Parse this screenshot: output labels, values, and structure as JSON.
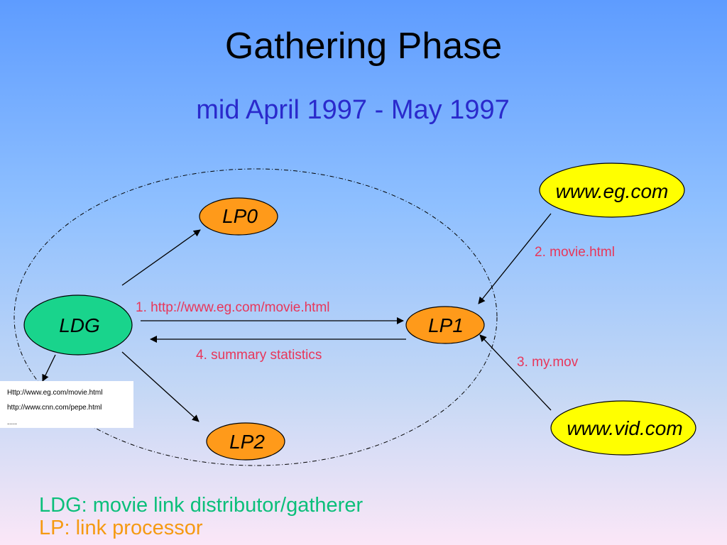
{
  "slide": {
    "title": "Gathering Phase",
    "subtitle": "mid April 1997 - May 1997"
  },
  "nodes": {
    "ldg": "LDG",
    "lp0": "LP0",
    "lp1": "LP1",
    "lp2": "LP2",
    "eg": "www.eg.com",
    "vid": "www.vid.com"
  },
  "edges": {
    "ldg_to_lp1": "1. http://www.eg.com/movie.html",
    "eg_to_lp1": "2. movie.html",
    "vid_to_lp1": "3. my.mov",
    "lp1_to_ldg": "4. summary statistics"
  },
  "url_list": {
    "items": [
      "Http://www.eg.com/movie.html",
      "http://www.cnn.com/pepe.html",
      "....."
    ]
  },
  "legend": {
    "ldg": "LDG: movie link distributor/gatherer",
    "lp": "LP: link processor"
  },
  "colors": {
    "ldg_node": "#19d48c",
    "lp_node": "#ff9a1a",
    "site_node": "#ffff00",
    "edge_label": "#e8365a",
    "subtitle": "#2a2acc"
  }
}
